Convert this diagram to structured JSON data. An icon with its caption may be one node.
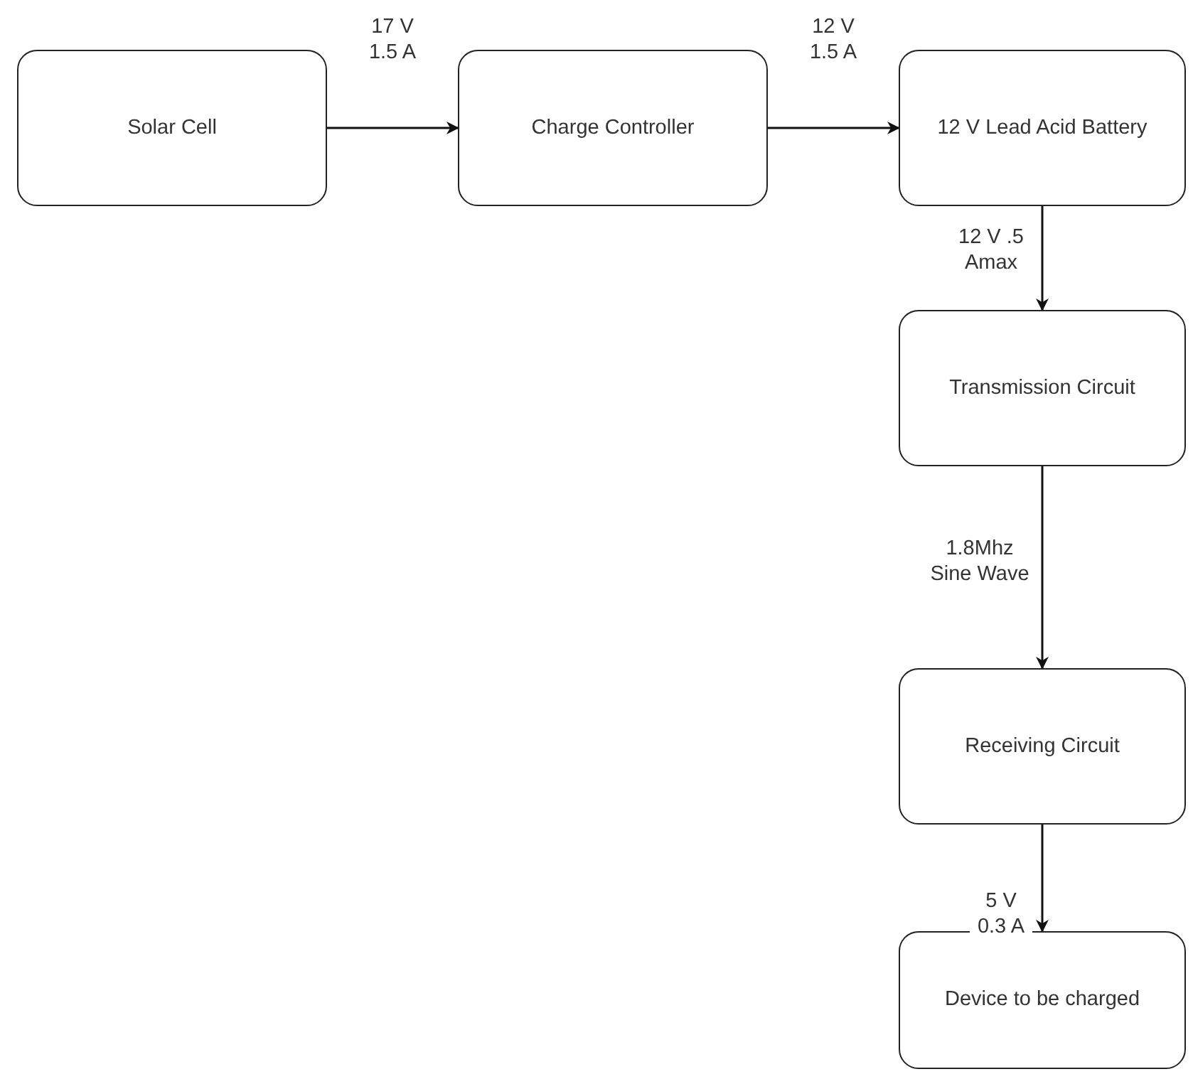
{
  "diagram": {
    "nodes": [
      {
        "text": [
          "Solar Cell"
        ]
      },
      {
        "text": [
          "Charge Controller"
        ]
      },
      {
        "text": [
          "12 V Lead Acid Battery"
        ]
      },
      {
        "text": [
          "Transmission Circuit"
        ]
      },
      {
        "text": [
          "Receiving Circuit"
        ]
      },
      {
        "text": [
          "Device to be charged"
        ]
      }
    ],
    "edges": [
      {
        "from": 0,
        "to": 1,
        "arrow": "to",
        "label": "17 V 1.5 A"
      },
      {
        "from": 1,
        "to": 2,
        "arrow": "to",
        "label": "12 V 1.5 A"
      },
      {
        "from": 2,
        "to": 3,
        "arrow": "to",
        "label": "12 V .5 Amax"
      },
      {
        "from": 3,
        "to": 4,
        "arrow": "to",
        "label": "1.8Mhz Sine Wave"
      },
      {
        "from": 4,
        "to": 5,
        "arrow": "to",
        "label": "5 V 0.3 A"
      }
    ]
  }
}
